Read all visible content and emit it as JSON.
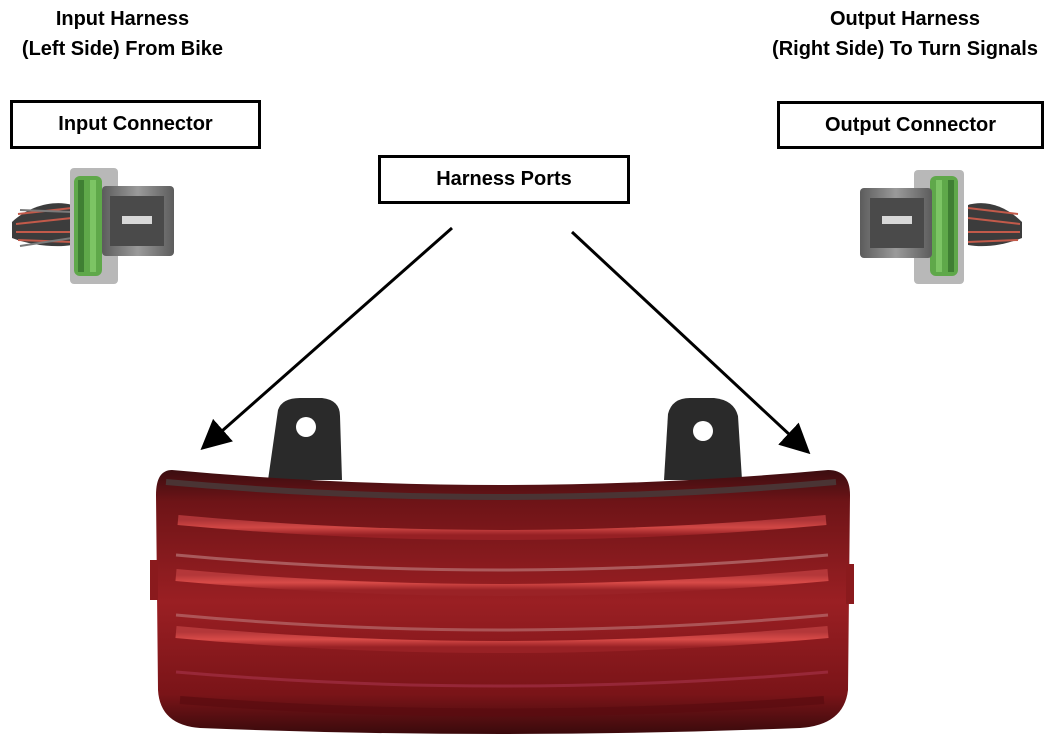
{
  "input_side": {
    "heading_line1": "Input Harness",
    "heading_line2": "(Left Side) From Bike",
    "connector_label": "Input Connector"
  },
  "output_side": {
    "heading_line1": "Output Harness",
    "heading_line2": "(Right Side) To Turn Signals",
    "connector_label": "Output Connector"
  },
  "center": {
    "ports_label": "Harness Ports"
  },
  "colors": {
    "lens_red": "#8c1a1f",
    "lens_dark": "#2a0a0c",
    "connector_green": "#5fa84a",
    "connector_gray": "#8e8e8e"
  }
}
